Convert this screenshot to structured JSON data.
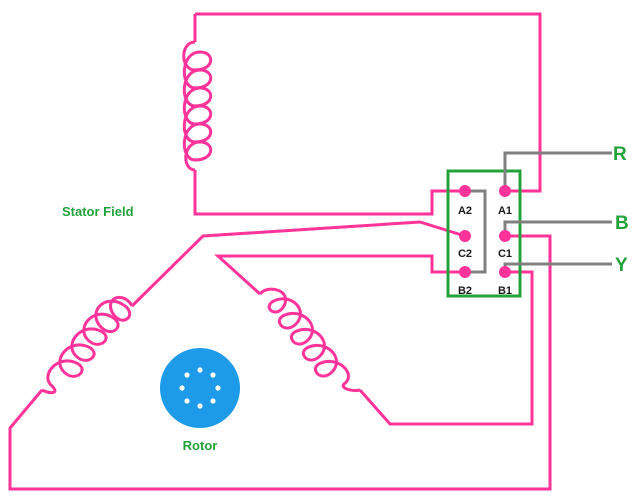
{
  "colors": {
    "wire": "#ff3399",
    "terminal_box": "#22a33a",
    "supply": "#808080",
    "rotor": "#1e9be8",
    "rotor_dots": "#ffffff",
    "label_green": "#22a33a",
    "label_dark": "#1a1a1a"
  },
  "labels": {
    "stator": "Stator Field",
    "rotor": "Rotor"
  },
  "terminals": {
    "a2": "A2",
    "a1": "A1",
    "c2": "C2",
    "c1": "C1",
    "b2": "B2",
    "b1": "B1"
  },
  "supply": {
    "r": "R",
    "b": "B",
    "y": "Y"
  }
}
